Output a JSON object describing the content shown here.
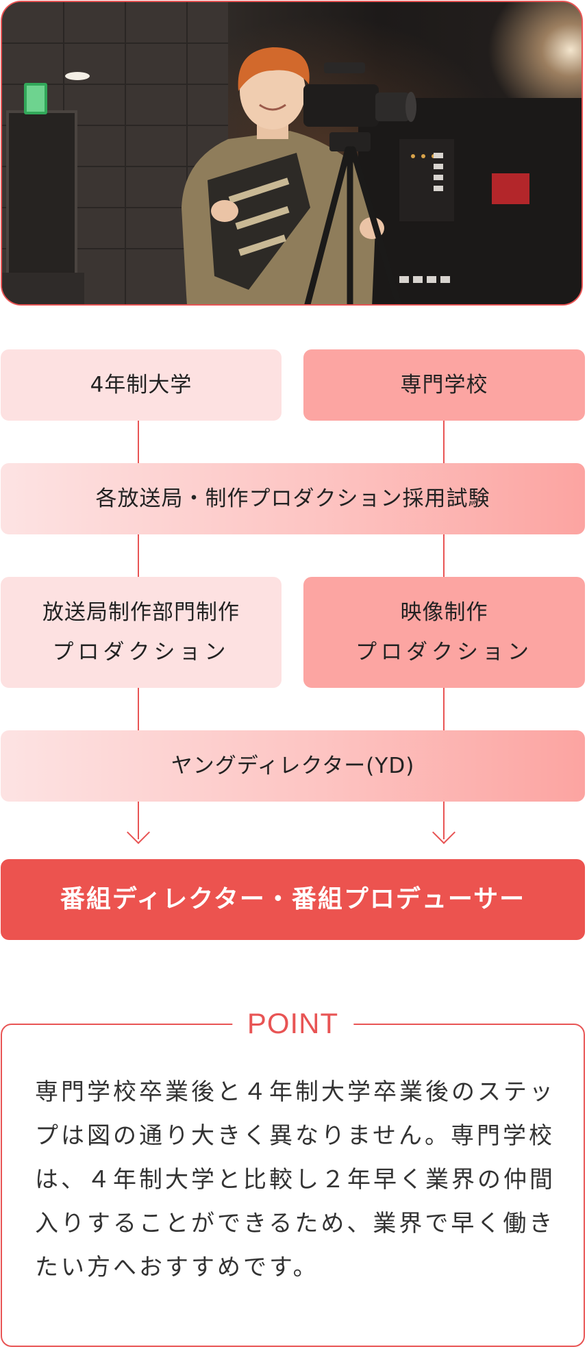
{
  "colors": {
    "accent": "#e85454",
    "box_light": "#fde1e1",
    "box_dark": "#fca5a2",
    "box_final": "#ec534f",
    "text": "#222222"
  },
  "hero": {
    "description_icon": "camera-operator-photo"
  },
  "flow": {
    "university": "4年制大学",
    "vocational_school": "専門学校",
    "recruitment_exam": "各放送局・制作プロダクション採用試験",
    "broadcast_division_line1": "放送局制作部門制作",
    "broadcast_division_line2": "プロダクション",
    "video_production_line1": "映像制作",
    "video_production_line2": "プロダクション",
    "young_director": "ヤングディレクター(YD)",
    "goal": "番組ディレクター・番組プロデューサー"
  },
  "point": {
    "title": "POINT",
    "text": "専門学校卒業後と４年制大学卒業後のステップは図の通り大きく異なりません。専門学校は、４年制大学と比較し２年早く業界の仲間入りすることができるため、業界で早く働きたい方へおすすめです。"
  }
}
